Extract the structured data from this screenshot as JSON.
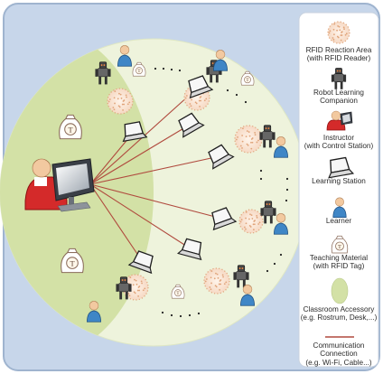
{
  "diagram": {
    "colors": {
      "panel_bg": "#c7d6ea",
      "panel_border": "#9fb4cf",
      "circle_fill": "#eef3dc",
      "accessory_zone": "#d3e1a6",
      "connection": "#b04a3e",
      "rfid_dots": "#e0a47a",
      "instructor_red": "#d42a2a",
      "learner_blue": "#3f86c6",
      "legend_bg": "#ffffff"
    },
    "center_station_label": "",
    "dots_text": ". . . . . ."
  },
  "legend": {
    "items": [
      {
        "icon": "rfid-area-icon",
        "label": "RFID Reaction Area\n(with RFID Reader)"
      },
      {
        "icon": "robot-icon",
        "label": "Robot Learning\nCompanion"
      },
      {
        "icon": "instructor-icon",
        "label": "Instructor\n(with Control Station)"
      },
      {
        "icon": "laptop-icon",
        "label": "Learning Station"
      },
      {
        "icon": "learner-icon",
        "label": "Learner"
      },
      {
        "icon": "teaching-material-icon",
        "label": "Teaching Material\n(with RFID Tag)"
      },
      {
        "icon": "classroom-accessory-icon",
        "label": "Classroom Accessory\n(e.g. Rostrum, Desk,...)"
      },
      {
        "icon": "connection-line-icon",
        "label": "Communication\nConnection\n(e.g. Wi-Fi, Cable...)"
      }
    ]
  },
  "tag_letter": "T"
}
